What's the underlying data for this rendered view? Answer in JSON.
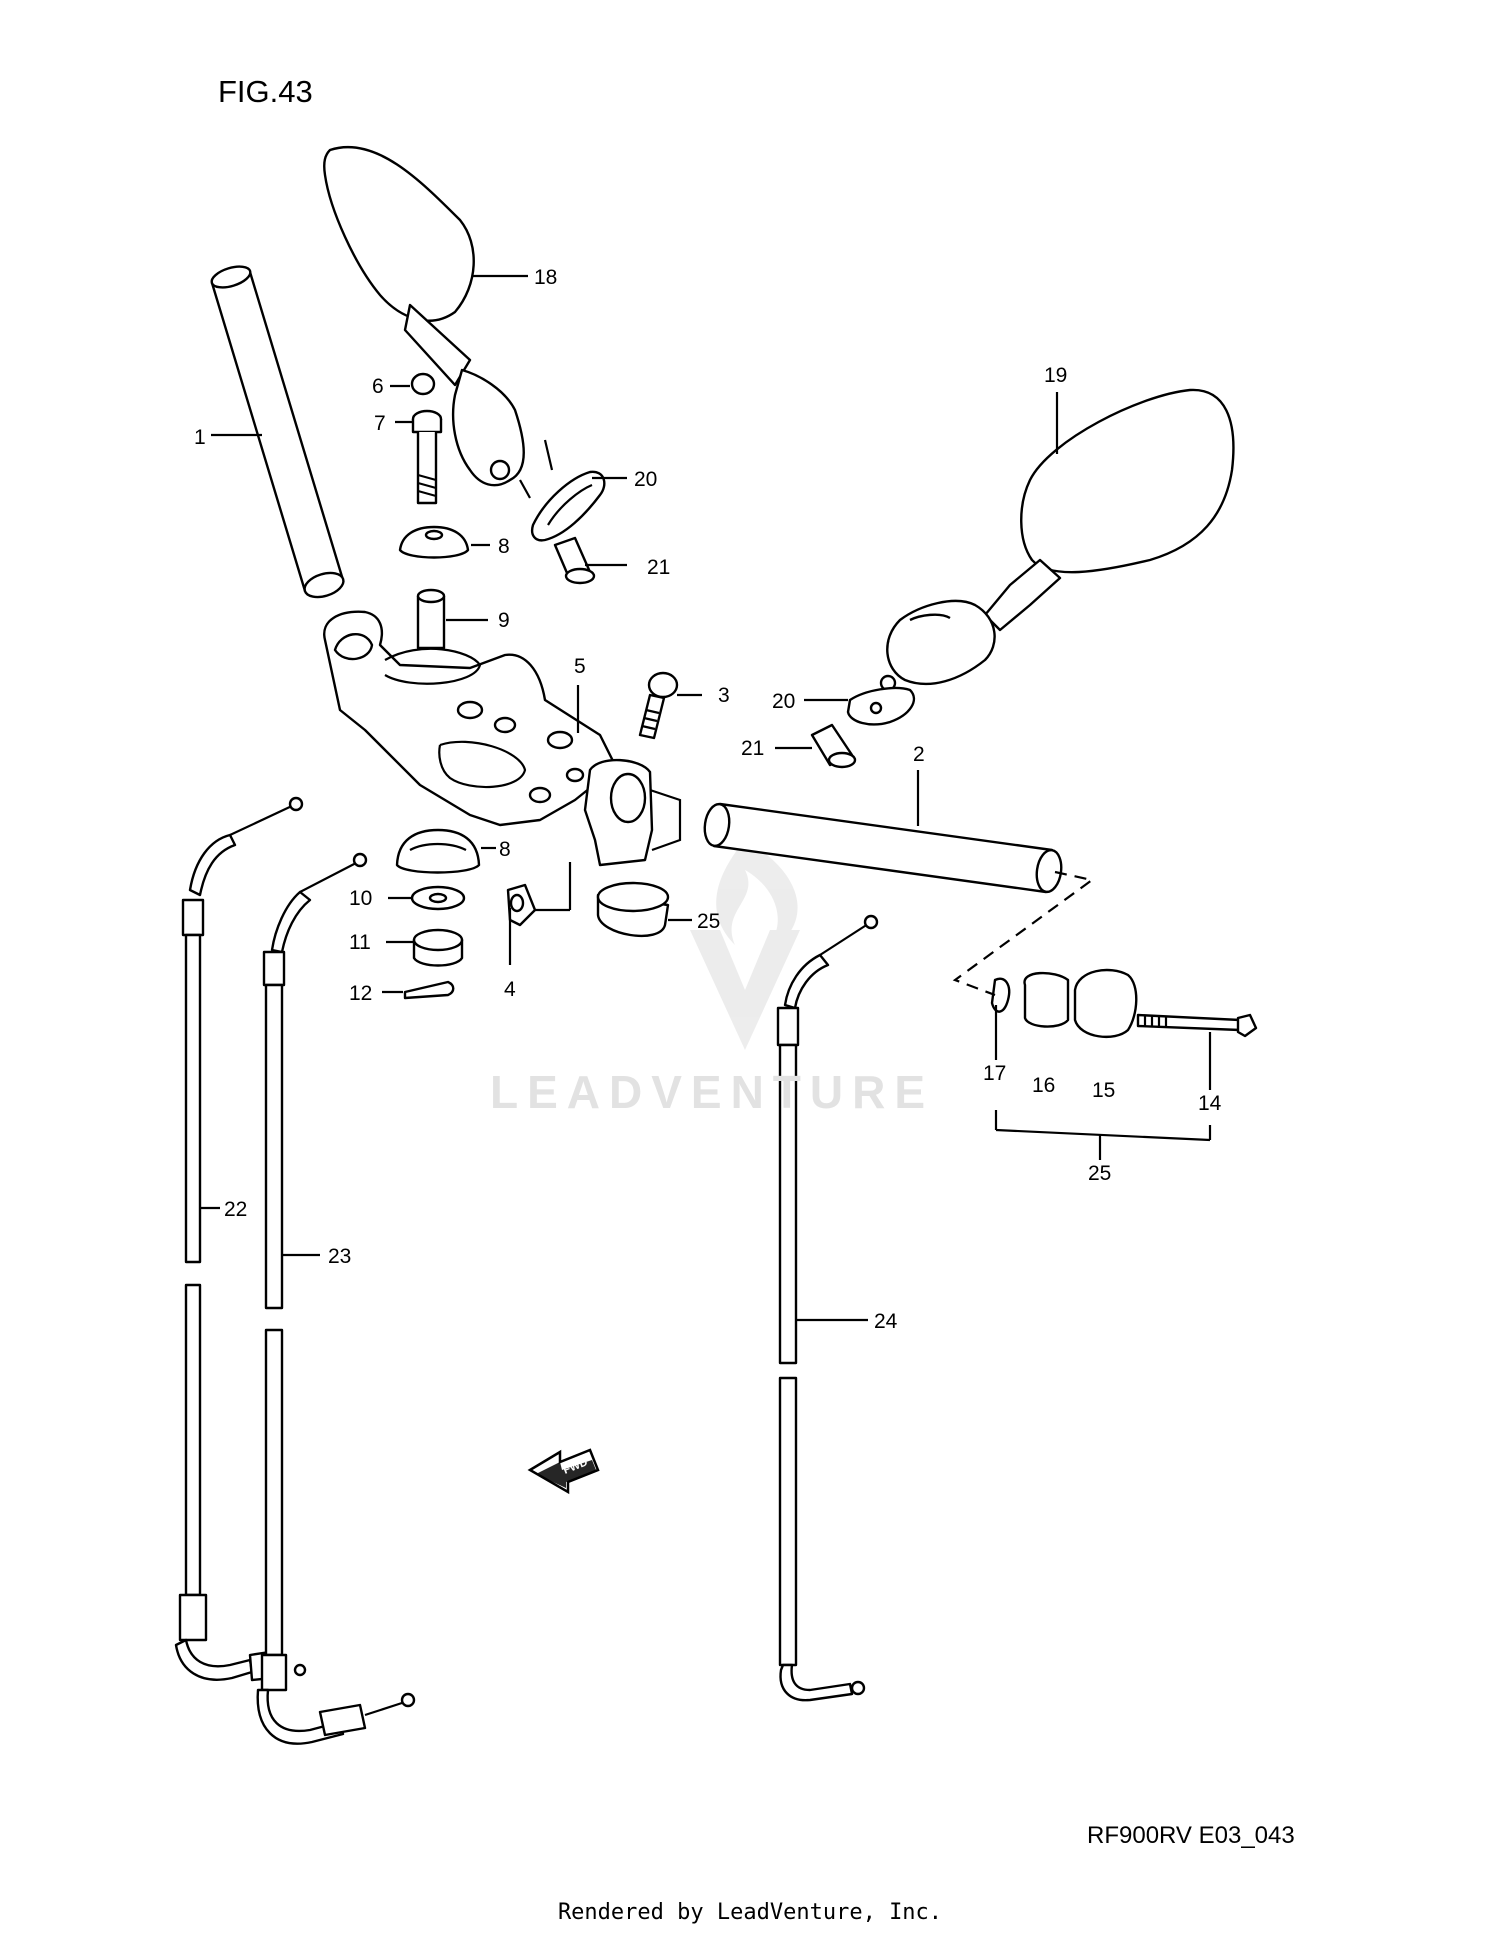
{
  "figure_title": "FIG.43",
  "diagram_code": "RF900RV E03_043",
  "footer": "Rendered by LeadVenture, Inc.",
  "watermark": "LEADVENTURE",
  "direction_marker": "FWD",
  "callouts": [
    "18",
    "19",
    "6",
    "7",
    "1",
    "20",
    "8",
    "21",
    "9",
    "5",
    "3",
    "20",
    "21",
    "2",
    "8",
    "10",
    "25",
    "11",
    "4",
    "12",
    "17",
    "16",
    "15",
    "14",
    "25",
    "22",
    "23",
    "24"
  ]
}
